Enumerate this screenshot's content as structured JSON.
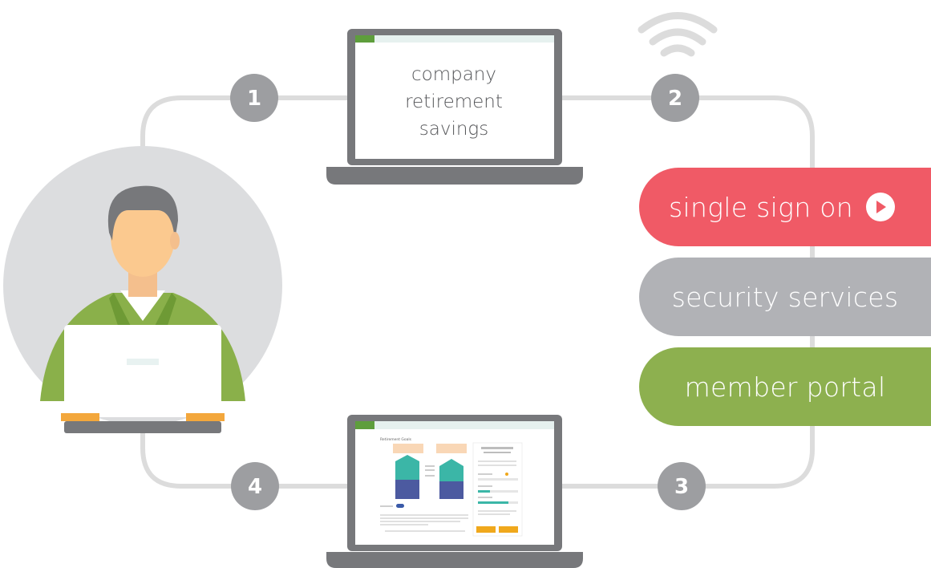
{
  "steps": [
    "1",
    "2",
    "3",
    "4"
  ],
  "top_laptop": {
    "lines": [
      "company",
      "retirement",
      "savings"
    ]
  },
  "services": {
    "single_sign_on": "single sign on",
    "security_services": "security services",
    "member_portal": "member portal"
  },
  "portal_screen": {
    "title": "Retirement Goals"
  },
  "colors": {
    "connector": "#dcdcdc",
    "step_badge": "#9d9ea1",
    "laptop_frame": "#77787b",
    "accent_green": "#5e9e3c",
    "single_sign_on": "#f05a66",
    "security_services": "#b1b2b6",
    "member_portal": "#8db04f"
  },
  "icons": [
    "wifi-icon",
    "play-icon",
    "user-avatar",
    "laptop-icon"
  ]
}
